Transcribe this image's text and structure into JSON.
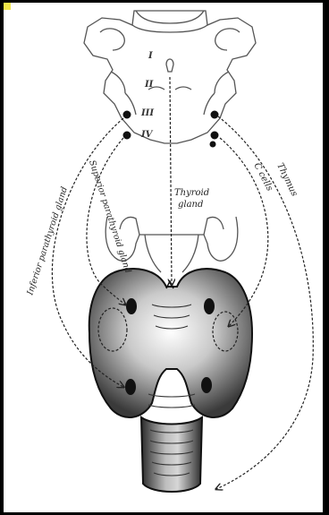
{
  "diagram": {
    "pouch_labels": [
      "I",
      "II",
      "III",
      "IV"
    ],
    "thyroid_label": [
      "Thyroid",
      "gland"
    ],
    "c_cells_label": "C cells",
    "thymus_label": "Thymus",
    "inferior_label": "Inferior parathyroid gland",
    "superior_label": "Superior parathyroid gland"
  },
  "colors": {
    "frame": "#000000",
    "paper": "#ffffff",
    "line": "#1a1a1a",
    "corner_marker": "#f2e64a"
  }
}
